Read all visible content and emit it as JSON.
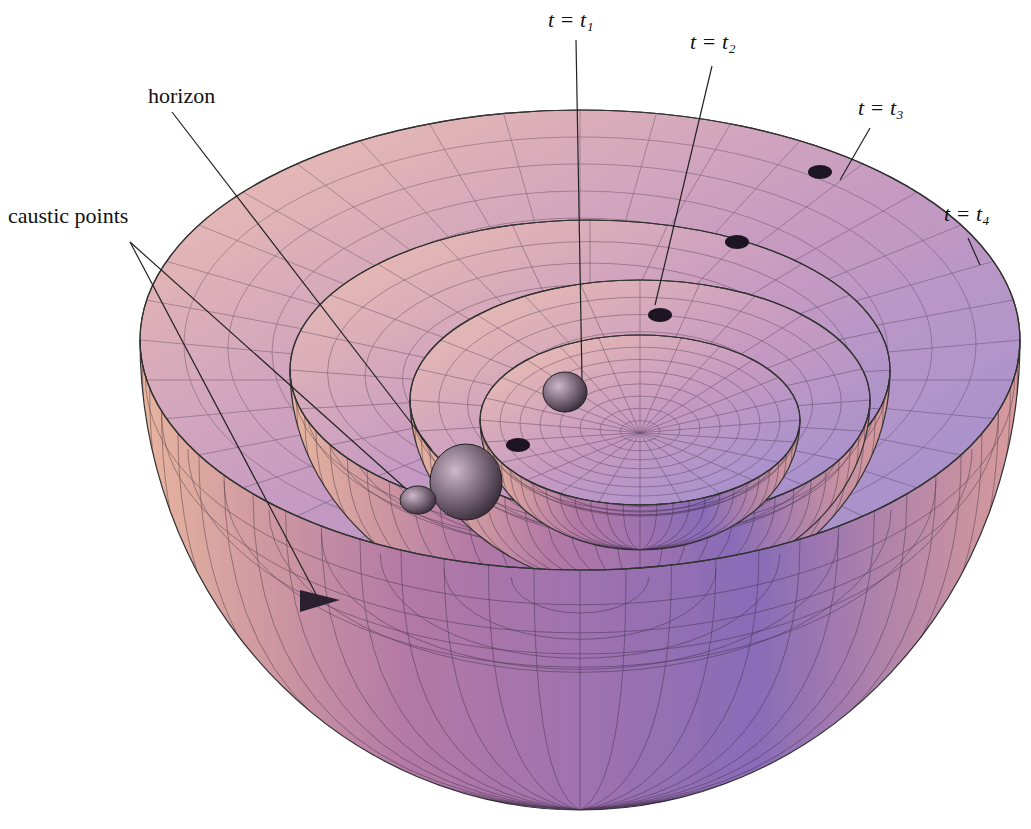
{
  "diagram": {
    "labels": [
      "horizon",
      "caustic points",
      "t = t₁",
      "t = t₂",
      "t = t₃",
      "t = t₄"
    ]
  }
}
